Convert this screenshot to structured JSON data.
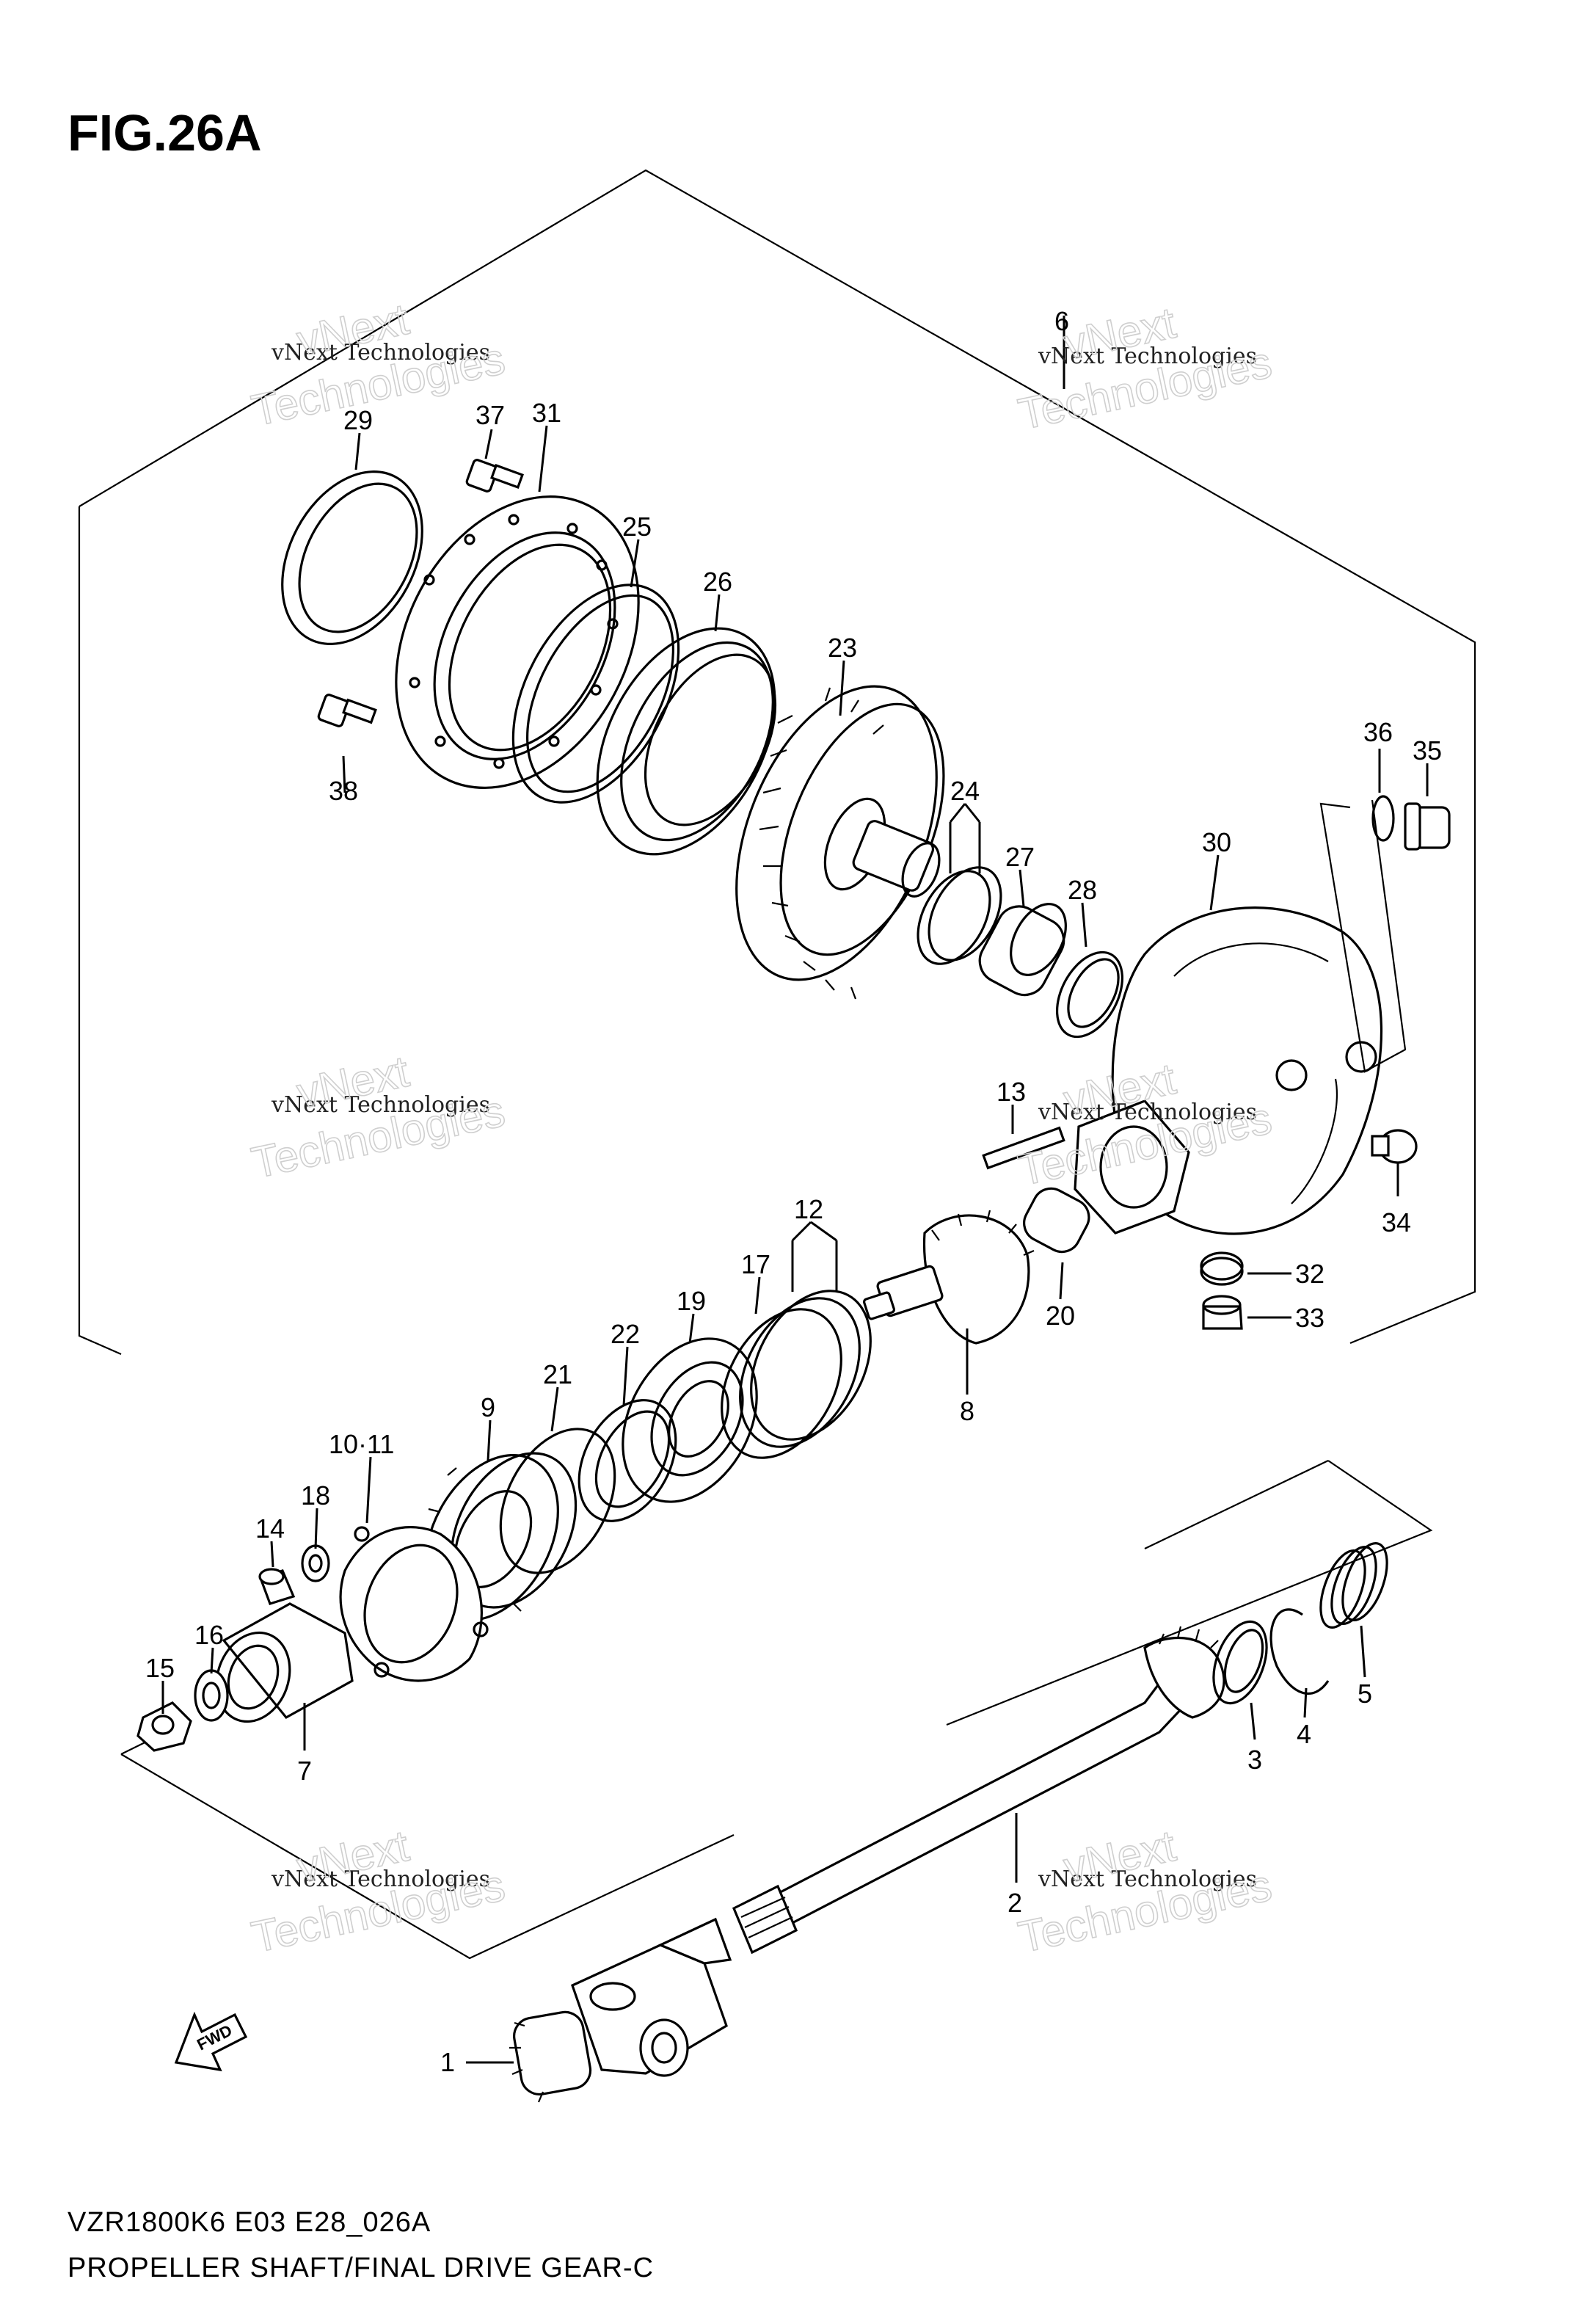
{
  "figure": {
    "title": "FIG.26A"
  },
  "footer": {
    "model_code": "VZR1800K6 E03 E28_026A",
    "caption": "PROPELLER SHAFT/FINAL DRIVE GEAR-C"
  },
  "watermark": {
    "line1": "vNext Technologies",
    "line2": "Technologies",
    "line_top": "vNext"
  },
  "fwd_arrow": {
    "label": "FWD"
  },
  "callouts": {
    "p1": "1",
    "p2": "2",
    "p3": "3",
    "p4": "4",
    "p5": "5",
    "p6": "6",
    "p7": "7",
    "p8": "8",
    "p9": "9",
    "p10_11": "10·11",
    "p12": "12",
    "p13": "13",
    "p14": "14",
    "p15": "15",
    "p16": "16",
    "p17": "17",
    "p18": "18",
    "p19": "19",
    "p20": "20",
    "p21": "21",
    "p22": "22",
    "p23": "23",
    "p24": "24",
    "p25": "25",
    "p26": "26",
    "p27": "27",
    "p28": "28",
    "p29": "29",
    "p30": "30",
    "p31": "31",
    "p32": "32",
    "p33": "33",
    "p34": "34",
    "p35": "35",
    "p36": "36",
    "p37": "37",
    "p38": "38"
  }
}
